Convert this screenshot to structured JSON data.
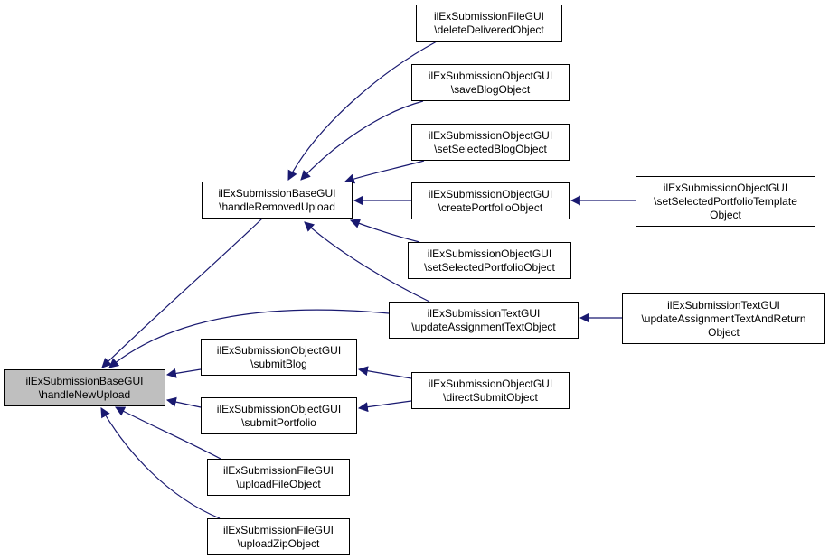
{
  "nodes": [
    {
      "id": "n_root",
      "lines": [
        "ilExSubmissionBaseGUI",
        "\\handleNewUpload"
      ]
    },
    {
      "id": "n_hru",
      "lines": [
        "ilExSubmissionBaseGUI",
        "\\handleRemovedUpload"
      ]
    },
    {
      "id": "n_ddo",
      "lines": [
        "ilExSubmissionFileGUI",
        "\\deleteDeliveredObject"
      ]
    },
    {
      "id": "n_sbo",
      "lines": [
        "ilExSubmissionObjectGUI",
        "\\saveBlogObject"
      ]
    },
    {
      "id": "n_ssbo",
      "lines": [
        "ilExSubmissionObjectGUI",
        "\\setSelectedBlogObject"
      ]
    },
    {
      "id": "n_cpo",
      "lines": [
        "ilExSubmissionObjectGUI",
        "\\createPortfolioObject"
      ]
    },
    {
      "id": "n_sspt",
      "lines": [
        "ilExSubmissionObjectGUI",
        "\\setSelectedPortfolioTemplate",
        "Object"
      ]
    },
    {
      "id": "n_sspo",
      "lines": [
        "ilExSubmissionObjectGUI",
        "\\setSelectedPortfolioObject"
      ]
    },
    {
      "id": "n_uato",
      "lines": [
        "ilExSubmissionTextGUI",
        "\\updateAssignmentTextObject"
      ]
    },
    {
      "id": "n_uatr",
      "lines": [
        "ilExSubmissionTextGUI",
        "\\updateAssignmentTextAndReturn",
        "Object"
      ]
    },
    {
      "id": "n_sb",
      "lines": [
        "ilExSubmissionObjectGUI",
        "\\submitBlog"
      ]
    },
    {
      "id": "n_dso",
      "lines": [
        "ilExSubmissionObjectGUI",
        "\\directSubmitObject"
      ]
    },
    {
      "id": "n_sp",
      "lines": [
        "ilExSubmissionObjectGUI",
        "\\submitPortfolio"
      ]
    },
    {
      "id": "n_ufo",
      "lines": [
        "ilExSubmissionFileGUI",
        "\\uploadFileObject"
      ]
    },
    {
      "id": "n_uzo",
      "lines": [
        "ilExSubmissionFileGUI",
        "\\uploadZipObject"
      ]
    }
  ],
  "edges": [
    {
      "from": "n_ddo",
      "to": "n_hru"
    },
    {
      "from": "n_sbo",
      "to": "n_hru"
    },
    {
      "from": "n_ssbo",
      "to": "n_hru"
    },
    {
      "from": "n_cpo",
      "to": "n_hru"
    },
    {
      "from": "n_sspo",
      "to": "n_hru"
    },
    {
      "from": "n_uato",
      "to": "n_hru"
    },
    {
      "from": "n_sspt",
      "to": "n_cpo"
    },
    {
      "from": "n_uatr",
      "to": "n_uato"
    },
    {
      "from": "n_dso",
      "to": "n_sb"
    },
    {
      "from": "n_dso",
      "to": "n_sp"
    },
    {
      "from": "n_hru",
      "to": "n_root"
    },
    {
      "from": "n_uato",
      "to": "n_root"
    },
    {
      "from": "n_sb",
      "to": "n_root"
    },
    {
      "from": "n_sp",
      "to": "n_root"
    },
    {
      "from": "n_ufo",
      "to": "n_root"
    },
    {
      "from": "n_uzo",
      "to": "n_root"
    }
  ],
  "colors": {
    "edge": "#191970",
    "root_fill": "#bfbfbf",
    "node_fill": "#ffffff",
    "border": "#000000"
  }
}
